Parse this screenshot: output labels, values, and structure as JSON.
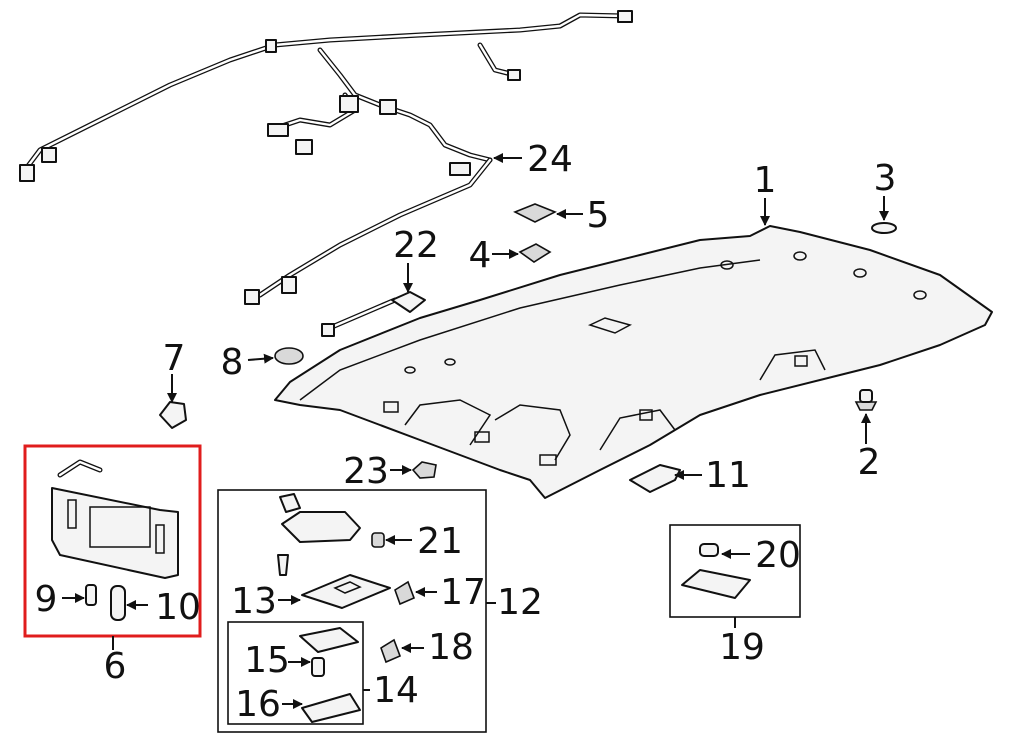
{
  "callouts": {
    "c1": "1",
    "c2": "2",
    "c3": "3",
    "c4": "4",
    "c5": "5",
    "c6": "6",
    "c7": "7",
    "c8": "8",
    "c9": "9",
    "c10": "10",
    "c11": "11",
    "c12": "12",
    "c13": "13",
    "c14": "14",
    "c15": "15",
    "c16": "16",
    "c17": "17",
    "c18": "18",
    "c19": "19",
    "c20": "20",
    "c21": "21",
    "c22": "22",
    "c23": "23",
    "c24": "24"
  },
  "highlight_color": "#e01d1d",
  "line_color": "#111111"
}
